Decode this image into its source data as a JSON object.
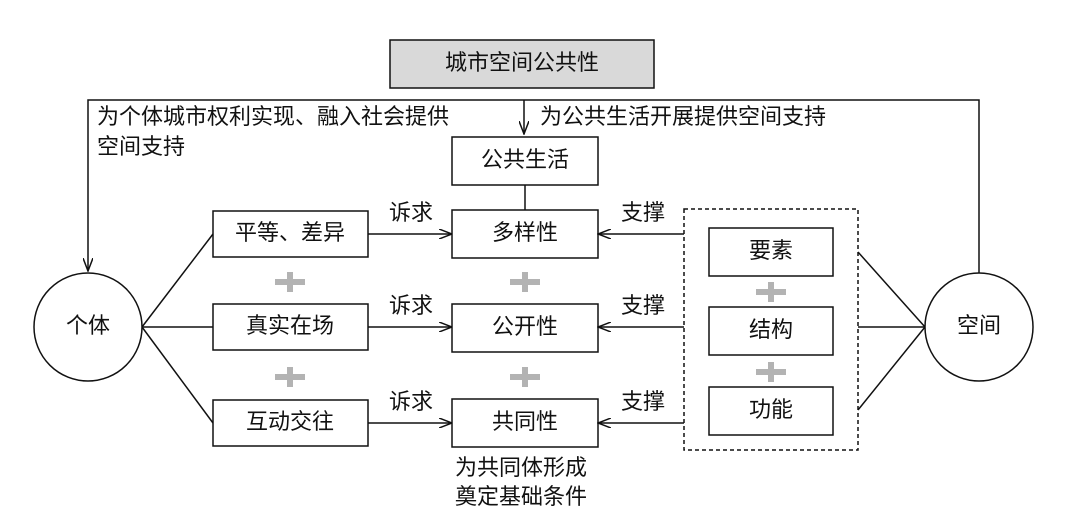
{
  "title": "城市空间公共性",
  "left_feedback_text": "为个体城市权利实现、融入社会提供空间支持",
  "center_feedback_text": "为公共生活开展提供空间支持",
  "public_life": "公共生活",
  "individual": "个体",
  "space": "空间",
  "demands": [
    "平等、差异",
    "真实在场",
    "互动交往"
  ],
  "attributes": [
    "多样性",
    "公开性",
    "共同性"
  ],
  "space_elements": [
    "要素",
    "结构",
    "功能"
  ],
  "appeal_label": "诉求",
  "support_label": "支撑",
  "community_note": "为共同体形成奠定基础条件",
  "colors": {
    "title_fill": "#d9d9d9",
    "plus_color": "#b3b3b3",
    "line_color": "#111111"
  }
}
